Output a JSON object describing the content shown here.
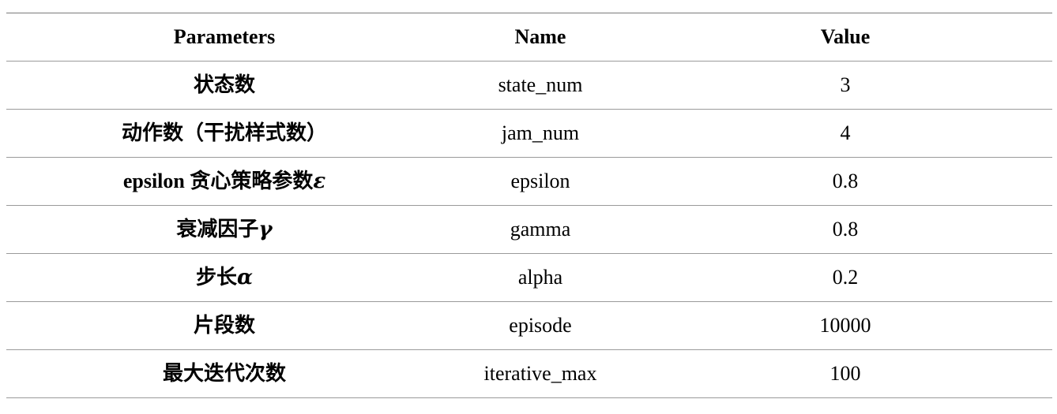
{
  "table": {
    "headers": {
      "parameters": "Parameters",
      "name": "Name",
      "value": "Value"
    },
    "rows": [
      {
        "param": "状态数",
        "symbol": "",
        "name": "state_num",
        "value": "3"
      },
      {
        "param": "动作数（干扰样式数）",
        "symbol": "",
        "name": "jam_num",
        "value": "4"
      },
      {
        "param": "epsilon 贪心策略参数",
        "symbol": "ε",
        "name": "epsilon",
        "value": "0.8"
      },
      {
        "param": "衰减因子",
        "symbol": "γ",
        "name": "gamma",
        "value": "0.8"
      },
      {
        "param": "步长",
        "symbol": "α",
        "name": "alpha",
        "value": "0.2"
      },
      {
        "param": "片段数",
        "symbol": "",
        "name": "episode",
        "value": "10000"
      },
      {
        "param": "最大迭代次数",
        "symbol": "",
        "name": "iterative_max",
        "value": "100"
      }
    ]
  }
}
